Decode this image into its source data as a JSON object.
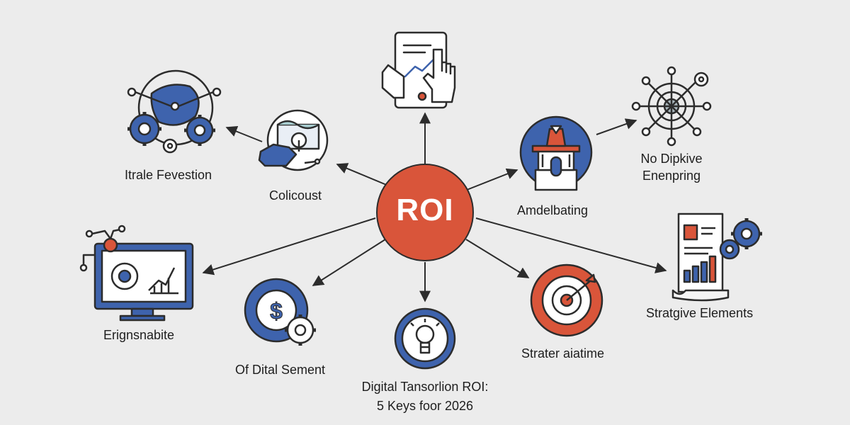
{
  "hub": {
    "label": "ROI",
    "color": "#d9553a"
  },
  "colors": {
    "blue": "#3e63ad",
    "orange": "#d9553a",
    "line": "#2c2c2c"
  },
  "nodes": [
    {
      "id": "itrale-fevestion",
      "label": "Itrale Fevestion",
      "icon": "gears-globe-icon"
    },
    {
      "id": "colicoust",
      "label": "Colicoust",
      "icon": "money-hand-icon"
    },
    {
      "id": "top",
      "label": "",
      "icon": "tablet-touch-icon"
    },
    {
      "id": "amdelbating",
      "label": "Amdelbating",
      "icon": "institution-icon"
    },
    {
      "id": "no-dipkive",
      "label": "No Dipkive\nEnenpring",
      "icon": "target-network-icon"
    },
    {
      "id": "erignsnabite",
      "label": "Erignsnabite",
      "icon": "monitor-analytics-icon"
    },
    {
      "id": "of-dital-sement",
      "label": "Of Dital Sement",
      "icon": "dollar-gear-icon"
    },
    {
      "id": "strater-aiatime",
      "label": "Strater aiatime",
      "icon": "target-arrow-icon"
    },
    {
      "id": "stratgive-elements",
      "label": "Stratgive Elements",
      "icon": "report-gears-icon"
    },
    {
      "id": "bottom",
      "label": "",
      "icon": "lightbulb-icon"
    }
  ],
  "caption": {
    "line1": "Digital Tansorlion ROI:",
    "line2": "5 Keys foor 2026"
  }
}
